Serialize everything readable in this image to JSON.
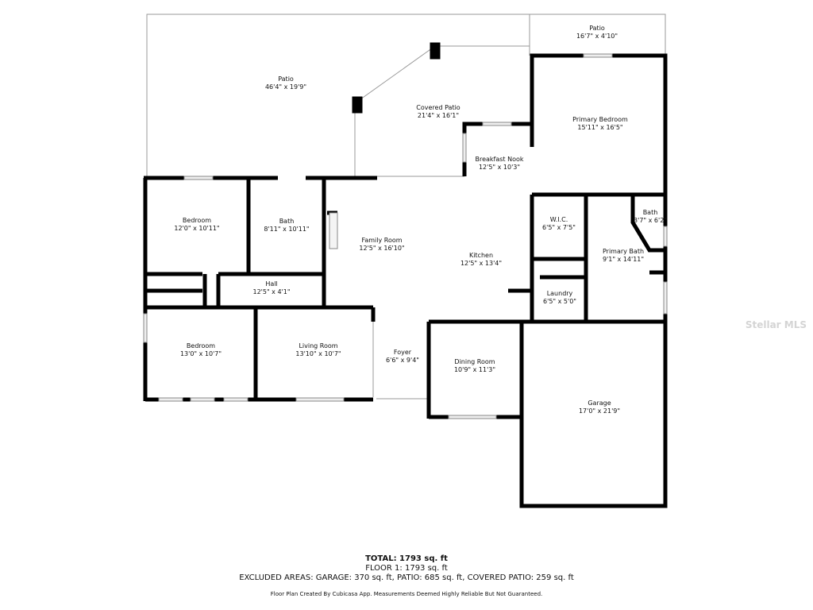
{
  "rooms": [
    {
      "name": "Patio",
      "dims": "46'4\" x 19'9\""
    },
    {
      "name": "Patio",
      "dims": "16'7\" x 4'10\""
    },
    {
      "name": "Covered Patio",
      "dims": "21'4\" x 16'1\""
    },
    {
      "name": "Primary Bedroom",
      "dims": "15'11\" x 16'5\""
    },
    {
      "name": "Breakfast Nook",
      "dims": "12'5\" x 10'3\""
    },
    {
      "name": "Bedroom",
      "dims": "12'0\" x 10'11\""
    },
    {
      "name": "Bath",
      "dims": "8'11\" x 10'11\""
    },
    {
      "name": "Family Room",
      "dims": "12'5\" x 16'10\""
    },
    {
      "name": "Kitchen",
      "dims": "12'5\" x 13'4\""
    },
    {
      "name": "W.I.C.",
      "dims": "6'5\" x 7'5\""
    },
    {
      "name": "Bath",
      "dims": "3'7\" x 6'2\""
    },
    {
      "name": "Primary Bath",
      "dims": "9'1\" x 14'11\""
    },
    {
      "name": "Hall",
      "dims": "12'5\" x 4'1\""
    },
    {
      "name": "Laundry",
      "dims": "6'5\" x 5'0\""
    },
    {
      "name": "Bedroom",
      "dims": "13'0\" x 10'7\""
    },
    {
      "name": "Living Room",
      "dims": "13'10\" x 10'7\""
    },
    {
      "name": "Foyer",
      "dims": "6'6\" x 9'4\""
    },
    {
      "name": "Dining Room",
      "dims": "10'9\" x 11'3\""
    },
    {
      "name": "Garage",
      "dims": "17'0\" x 21'9\""
    }
  ],
  "summary": {
    "total": "TOTAL: 1793 sq. ft",
    "floor1": "FLOOR 1: 1793 sq. ft",
    "excluded": "EXCLUDED AREAS: GARAGE: 370 sq. ft, PATIO: 685 sq. ft, COVERED PATIO: 259 sq. ft",
    "disclaimer": "Floor Plan Created By Cubicasa App. Measurements Deemed Highly Reliable But Not Guaranteed."
  },
  "watermark": "Stellar MLS",
  "colors": {
    "wall": "#000000",
    "thin": "#999999",
    "window": "#cccccc"
  }
}
